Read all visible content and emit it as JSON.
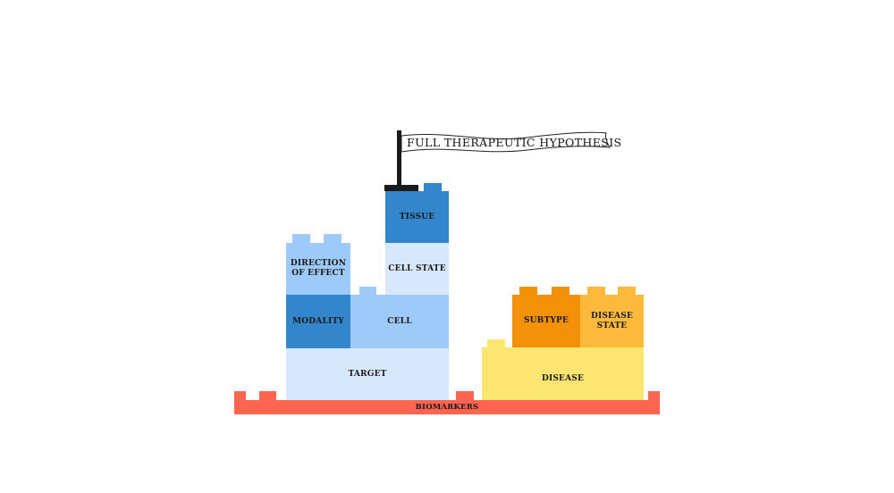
{
  "title": "FULL THERAPEUTIC HYPOTHESIS",
  "colors": {
    "biomarkers": "#fe6551",
    "target": "#d8e8fc",
    "modality": "#3486cc",
    "cell": "#9dcaf9",
    "direction_of_effect": "#9dcaf9",
    "cell_state": "#d8e8fc",
    "tissue": "#3486cc",
    "disease": "#fde572",
    "subtype": "#f39208",
    "disease_state": "#fdb93b",
    "flagpole": "#1a1a1a"
  },
  "blocks": {
    "biomarkers": "BIOMARKERS",
    "target": "TARGET",
    "modality": "MODALITY",
    "cell": "CELL",
    "direction_of_effect": "DIRECTION\nOF EFFECT",
    "cell_state": "CELL STATE",
    "tissue": "TISSUE",
    "disease": "DISEASE",
    "subtype": "SUBTYPE",
    "disease_state": "DISEASE\nSTATE"
  }
}
